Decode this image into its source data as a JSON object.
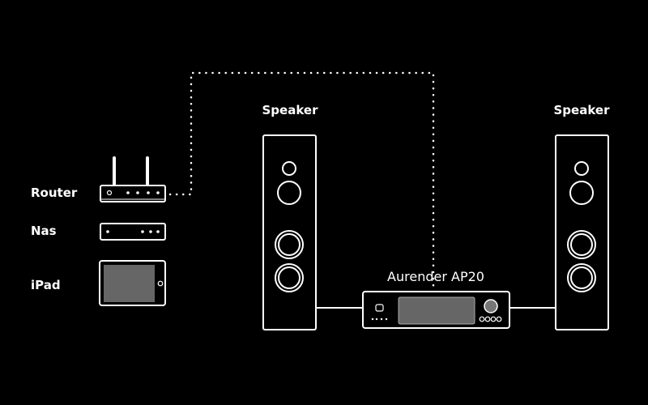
{
  "labels": {
    "router": "Router",
    "nas": "Nas",
    "ipad": "iPad",
    "speaker_left": "Speaker",
    "speaker_right": "Speaker",
    "player": "Aurender AP20"
  },
  "colors": {
    "background": "#000000",
    "line": "#ffffff",
    "screen": "#666666"
  }
}
